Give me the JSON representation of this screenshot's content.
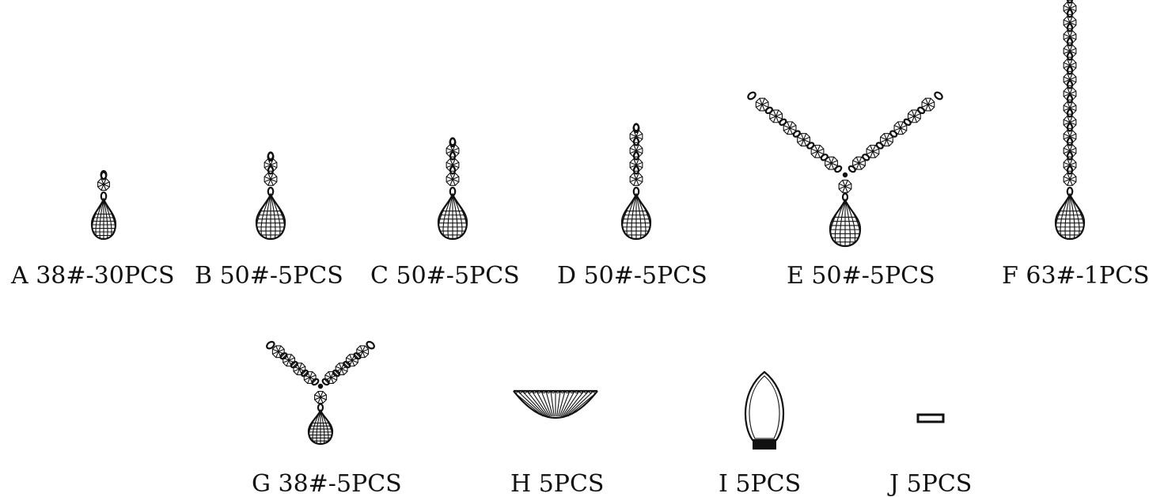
{
  "parts": [
    {
      "label": "A 38#-30PCS",
      "type": "pendant-drop",
      "beads": 1
    },
    {
      "label": "B 50#-5PCS",
      "type": "pendant-drop",
      "beads": 2
    },
    {
      "label": "C 50#-5PCS",
      "type": "pendant-drop",
      "beads": 3
    },
    {
      "label": "D 50#-5PCS",
      "type": "pendant-drop",
      "beads": 4
    },
    {
      "label": "E 50#-5PCS",
      "type": "y-chain-drop",
      "arm_beads": 6
    },
    {
      "label": "F 63#-1PCS",
      "type": "long-chain-drop",
      "beads": 14
    },
    {
      "label": "G 38#-5PCS",
      "type": "y-chain-drop",
      "arm_beads": 4
    },
    {
      "label": "H 5PCS",
      "type": "bowl"
    },
    {
      "label": "I 5PCS",
      "type": "candle-sleeve"
    },
    {
      "label": "J 5PCS",
      "type": "small-bar"
    }
  ]
}
